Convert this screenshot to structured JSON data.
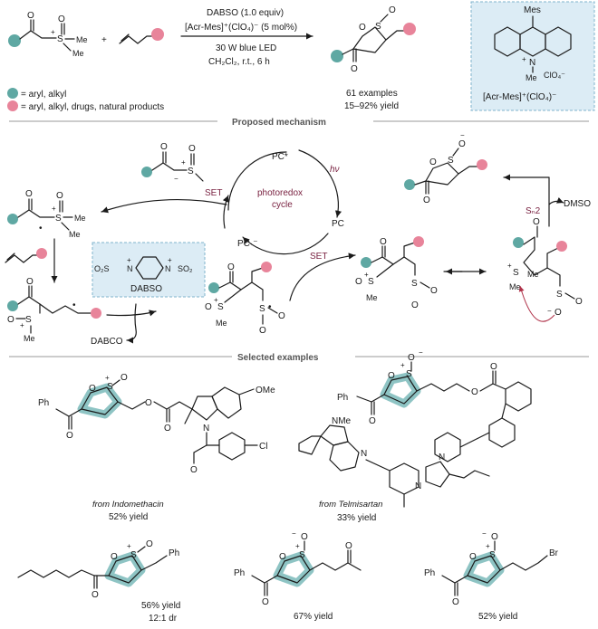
{
  "reaction": {
    "reagent1": "DABSO (1.0 equiv)",
    "reagent2": "[Acr-Mes]⁺(ClO₄)⁻ (5 mol%)",
    "light": "30 W blue LED",
    "conditions": "CH₂Cl₂, r.t., 6 h",
    "examples": "61 examples",
    "yield_range": "15–92% yield",
    "plus": "+",
    "legend_teal": "= aryl, alkyl",
    "legend_pink": "= aryl, alkyl, drugs, natural products"
  },
  "catalyst": {
    "top": "Mes",
    "nitrogen": "N",
    "plus": "+",
    "me": "Me",
    "counterion": "ClO₄⁻",
    "name": "[Acr-Mes]⁺(ClO₄)⁻"
  },
  "atoms": {
    "O": "O",
    "S": "S",
    "Me": "Me",
    "plus": "+",
    "minus": "−",
    "Ph": "Ph",
    "N": "N",
    "Cl": "Cl",
    "OMe": "OMe",
    "Br": "Br",
    "NMe": "NMe",
    "SO2": "SO₂",
    "O2S": "O₂S",
    "radical": "•"
  },
  "sections": {
    "mechanism": "Proposed mechanism",
    "examples": "Selected examples"
  },
  "mechanism": {
    "pc_star": "PC*",
    "hv": "hν",
    "cycle_line1": "photoredox",
    "cycle_line2": "cycle",
    "pc": "PC",
    "pc_minus": "PC·⁻",
    "set_left": "SET",
    "set_right": "SET",
    "dabso": "DABSO",
    "dabco": "DABCO",
    "sn2": "Sₙ2",
    "dmso": "DMSO"
  },
  "examples": [
    {
      "source": "from Indomethacin",
      "yield": "52% yield"
    },
    {
      "source": "from Telmisartan",
      "yield": "33% yield"
    },
    {
      "yield": "56% yield",
      "dr": "12:1 dr"
    },
    {
      "yield": "67% yield"
    },
    {
      "yield": "52% yield"
    }
  ],
  "colors": {
    "teal": "#5fa8a3",
    "pink": "#e8849a",
    "highlight": "#8ec4c4",
    "box_fill": "#dcecf5",
    "box_stroke": "#7fb3cc",
    "red_label": "#7a2342"
  }
}
